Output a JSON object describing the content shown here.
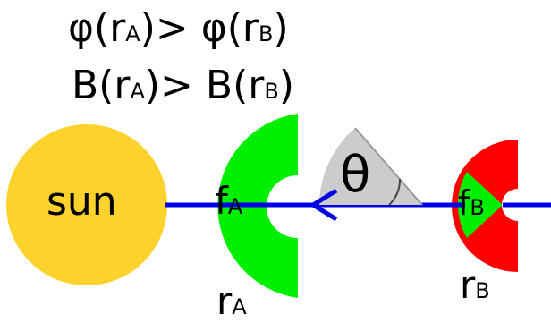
{
  "equations": {
    "line1": {
      "lhs_func": "φ(r",
      "lhs_sub": "A",
      "op": ")> φ(r",
      "rhs_sub": "B",
      "close": ")"
    },
    "line2": {
      "lhs_func": "B(r",
      "lhs_sub": "A",
      "op": ")> B(r",
      "rhs_sub": "B",
      "close": ")"
    }
  },
  "labels": {
    "sun": "sun",
    "fa_main": "f",
    "fa_sub": "A",
    "fb_main": "f",
    "fb_sub": "B",
    "ra_main": "r",
    "ra_sub": "A",
    "rb_main": "r",
    "rb_sub": "B",
    "theta": "θ"
  },
  "colors": {
    "sun": "#fdd22c",
    "green": "#00ee00",
    "red": "#ff0000",
    "line": "#0000e6",
    "wedge": "#cccccc"
  }
}
